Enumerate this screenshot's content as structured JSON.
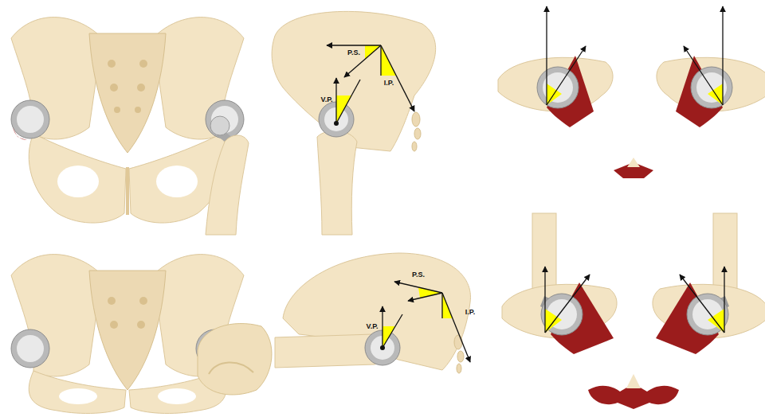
{
  "diagram": {
    "labels": [
      "P.S.",
      "I.P.",
      "V.P.",
      "P.S.",
      "I.P.",
      "V.P."
    ]
  }
}
